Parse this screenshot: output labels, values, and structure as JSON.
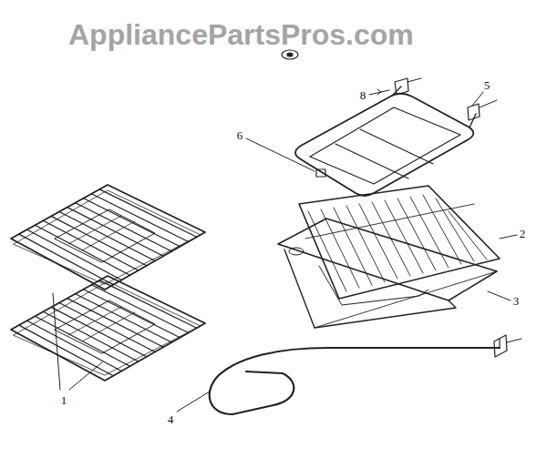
{
  "diagram": {
    "labels": [
      "AppliancePartsPros.com",
      "8",
      "5",
      "6",
      "2",
      "3",
      "1",
      "4"
    ]
  }
}
